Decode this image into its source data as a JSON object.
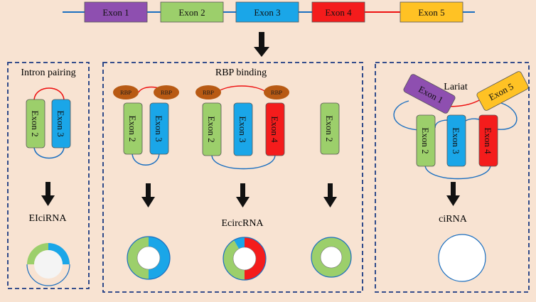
{
  "top_exons": [
    "Exon 1",
    "Exon 2",
    "Exon 3",
    "Exon 4",
    "Exon 5"
  ],
  "panels": {
    "intron_pairing": {
      "title": "Intron pairing",
      "exons": [
        "Exon 2",
        "Exon 3"
      ],
      "product": "EIciRNA"
    },
    "rbp_binding": {
      "title": "RBP binding",
      "rbp_label": "RBP",
      "group_a_exons": [
        "Exon 2",
        "Exon 3"
      ],
      "group_b_exons": [
        "Exon 2",
        "Exon 3",
        "Exon 4"
      ],
      "group_c_exons": [
        "Exon 2"
      ],
      "product": "EcircRNA"
    },
    "lariat": {
      "title": "Lariat",
      "top_exons": [
        "Exon 1",
        "Exon 5"
      ],
      "exons": [
        "Exon 2",
        "Exon 3",
        "Exon 4"
      ],
      "product": "ciRNA"
    }
  },
  "colors": {
    "background": "#f8e3d2",
    "exon1": "#8e4fb0",
    "exon2": "#9ccf6b",
    "exon3": "#1aa6e8",
    "exon4": "#f41c1c",
    "exon5": "#ffc224",
    "rbp": "#b85a14",
    "intron": "#1b6fc0",
    "dash_border": "#1a3a82",
    "red_line": "#ee1111"
  }
}
